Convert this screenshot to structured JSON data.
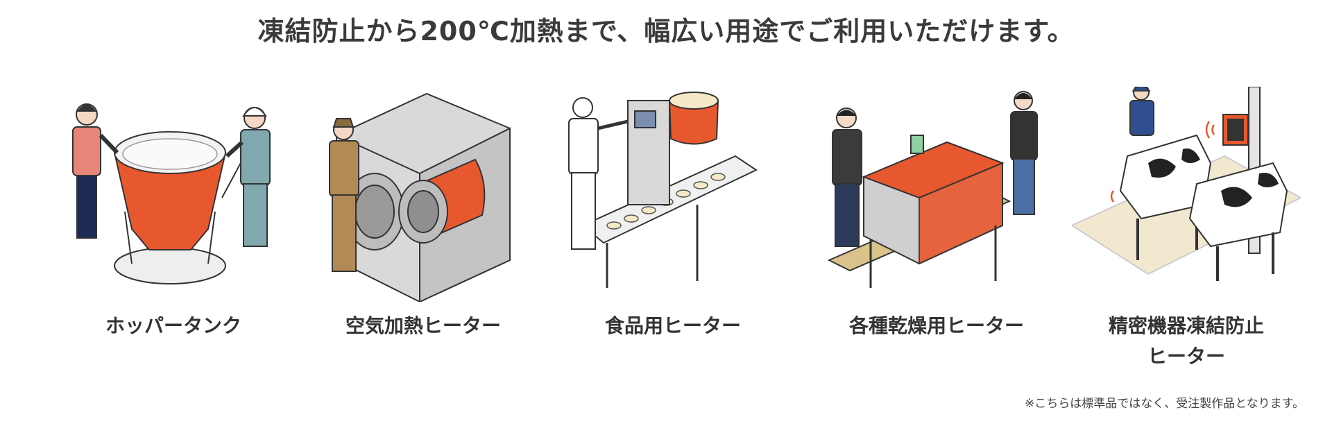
{
  "headline": "凍結防止から200℃加熱まで、幅広い用途でご利用いただけます。",
  "items": [
    {
      "name": "hopper-tank",
      "label_lines": [
        "ホッパータンク"
      ]
    },
    {
      "name": "air-heater",
      "label_lines": [
        "空気加熱ヒーター"
      ]
    },
    {
      "name": "food-heater",
      "label_lines": [
        "食品用ヒーター"
      ]
    },
    {
      "name": "drying-heater",
      "label_lines": [
        "各種乾燥用ヒーター"
      ]
    },
    {
      "name": "freeze-protection-heater",
      "label_lines": [
        "精密機器凍結防止",
        "ヒーター"
      ]
    }
  ],
  "note": "※こちらは標準品ではなく、受注製作品となります。",
  "colors": {
    "accent": "#E8582E",
    "text": "#3a3a3a",
    "metal": "#d9d9d9",
    "outline": "#333333"
  }
}
